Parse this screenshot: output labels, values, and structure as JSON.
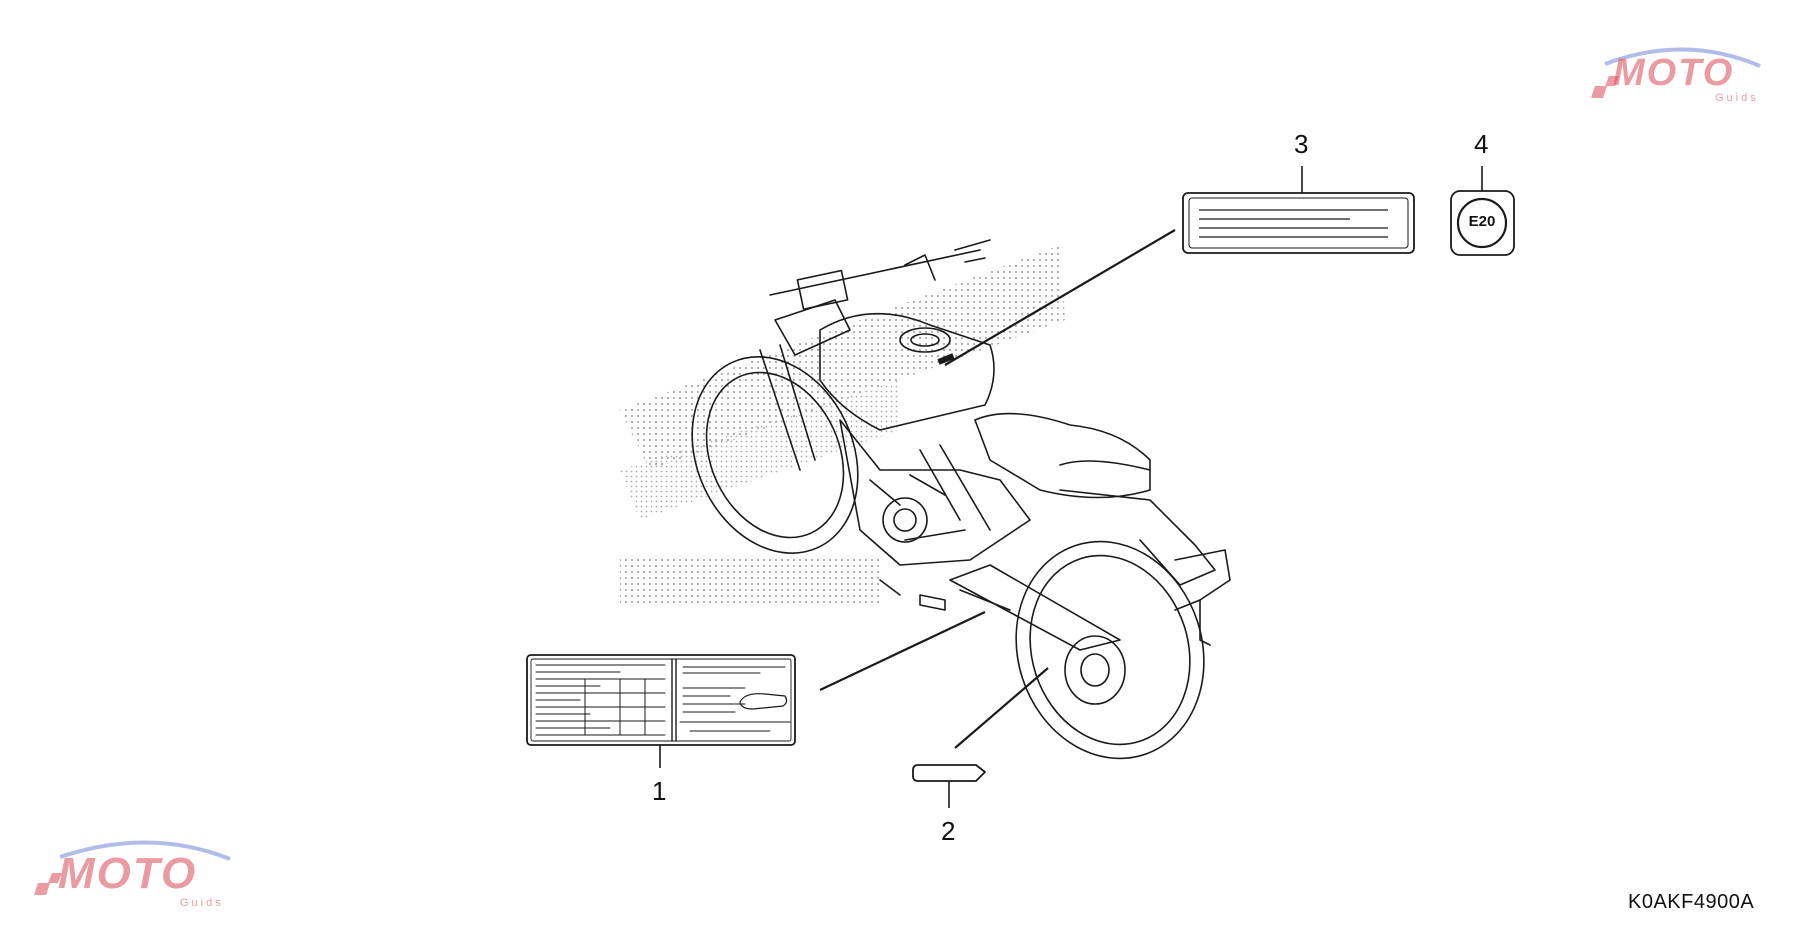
{
  "diagram": {
    "callouts": [
      {
        "id": "1",
        "label": "1"
      },
      {
        "id": "2",
        "label": "2"
      },
      {
        "id": "3",
        "label": "3"
      },
      {
        "id": "4",
        "label": "4"
      }
    ],
    "fuel_badge": "E20",
    "diagram_code": "K0AKF4900A"
  },
  "watermark": {
    "word": "MOTO",
    "sub": "Guids",
    "accent_red": "#d94b55",
    "accent_blue": "#7d8fd8"
  },
  "colors": {
    "line": "#1a1a1a",
    "stipple": "#9a9a9a"
  }
}
